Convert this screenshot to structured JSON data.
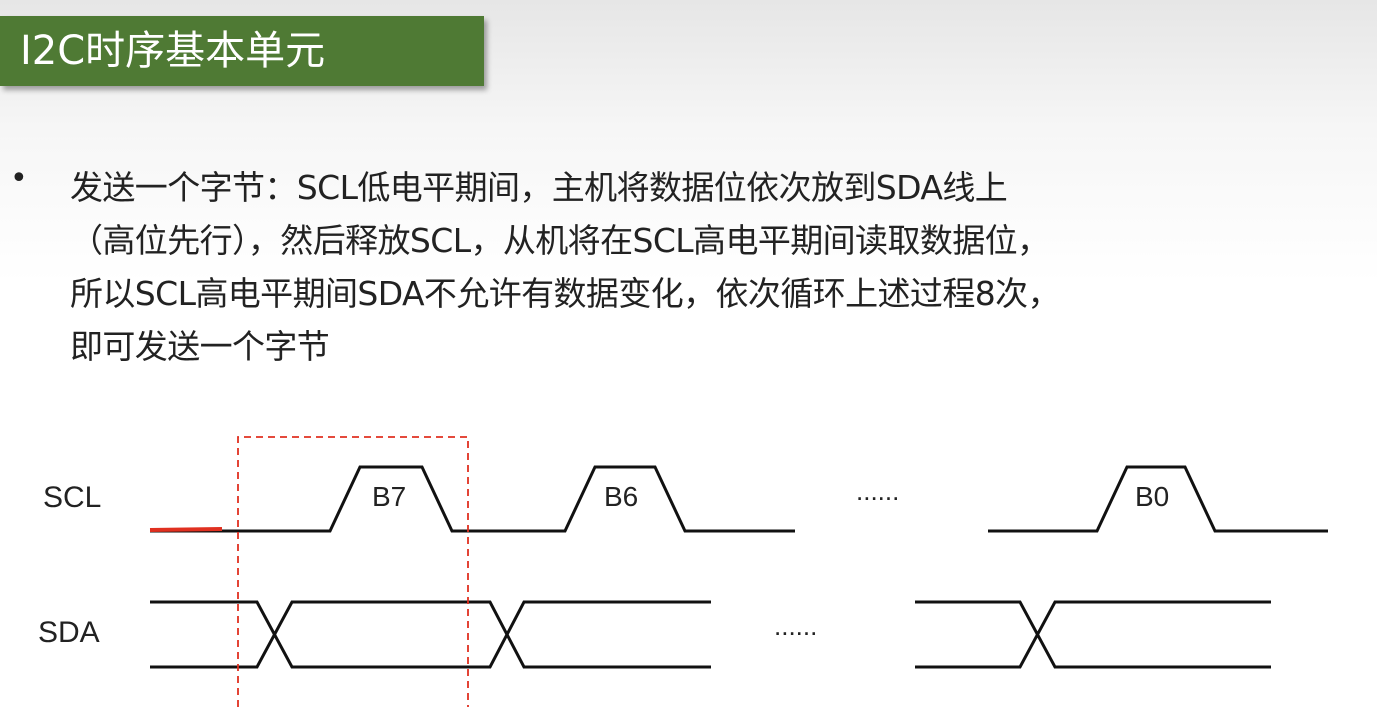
{
  "slide": {
    "title": "I2C时序基本单元",
    "bullet_symbol": "•",
    "bullet_lines": [
      "发送一个字节：SCL低电平期间，主机将数据位依次放到SDA线上",
      "（高位先行），然后释放SCL，从机将在SCL高电平期间读取数据位，",
      "所以SCL高电平期间SDA不允许有数据变化，依次循环上述过程8次，",
      "即可发送一个字节"
    ]
  },
  "diagram": {
    "scl_label": "SCL",
    "sda_label": "SDA",
    "scl_pulses": [
      "B7",
      "B6",
      "B0"
    ],
    "ellipsis": "......",
    "highlight_color": "#e03020",
    "line_color": "#111111"
  }
}
